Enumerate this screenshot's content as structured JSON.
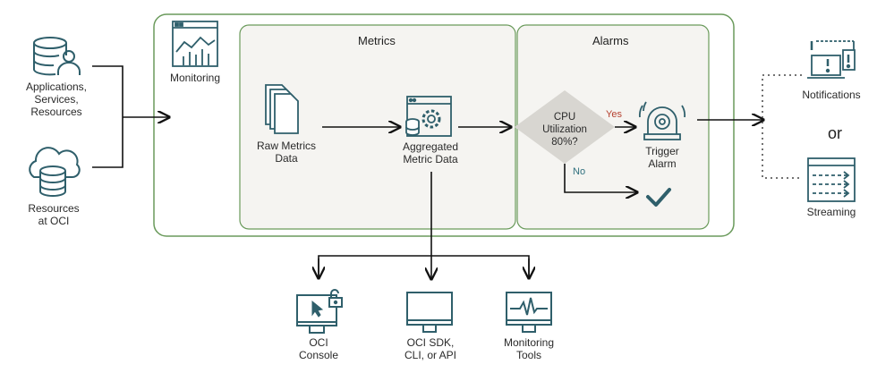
{
  "sources": {
    "apps": "Applications,\nServices,\nResources",
    "oci": "Resources\nat OCI"
  },
  "monitoring": {
    "label": "Monitoring"
  },
  "metrics": {
    "title": "Metrics",
    "raw": "Raw Metrics\nData",
    "aggregated": "Aggregated\nMetric Data"
  },
  "alarms": {
    "title": "Alarms",
    "condition": "CPU\nUtilization\n80%?",
    "yes": "Yes",
    "no": "No",
    "trigger": "Trigger\nAlarm"
  },
  "outputs": {
    "notifications": "Notifications",
    "or": "or",
    "streaming": "Streaming"
  },
  "access": {
    "console": "OCI\nConsole",
    "sdk": "OCI SDK,\nCLI, or API",
    "tools": "Monitoring\nTools"
  },
  "colors": {
    "icon": "#2f5f6b",
    "outer_border": "#6a9a5b",
    "panel_bg": "#f5f4f1",
    "diamond": "#d8d6d1",
    "yes": "#b5402f",
    "check": "#2f5f6b"
  }
}
